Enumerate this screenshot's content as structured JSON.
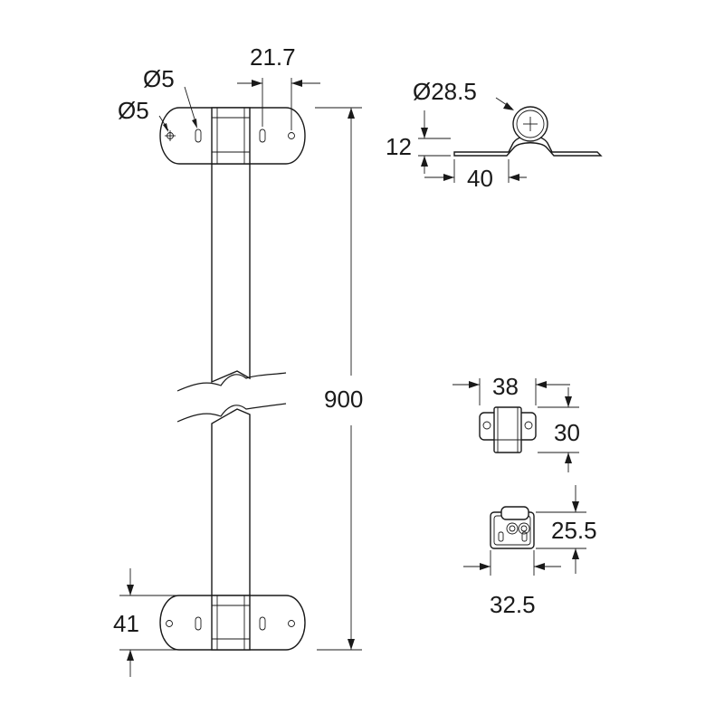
{
  "drawing": {
    "dimensions": {
      "hole_dia_outer": "Ø5",
      "hole_dia_slot": "Ø5",
      "slot_offset": "21.7",
      "total_length": "900",
      "flange_width": "41",
      "tube_dia": "Ø28.5",
      "clip_height": "12",
      "clip_width": "40",
      "slider_width": "38",
      "slider_height": "30",
      "holder_height": "25.5",
      "holder_width": "32.5"
    }
  }
}
